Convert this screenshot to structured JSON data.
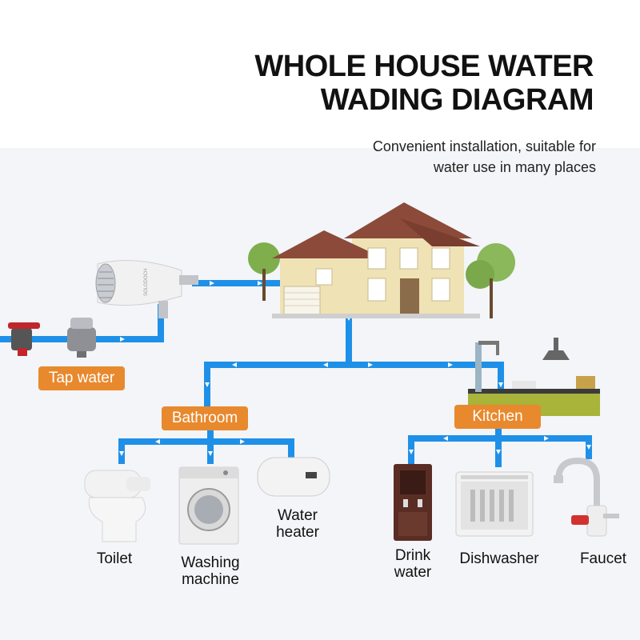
{
  "header": {
    "title_line1": "WHOLE HOUSE WATER",
    "title_line2": "WADING DIAGRAM",
    "subtitle_line1": "Convenient installation, suitable for",
    "subtitle_line2": "water use in many places"
  },
  "filter": {
    "brand_text": "SOLODOCH"
  },
  "badges": {
    "tap_water": "Tap water",
    "bathroom": "Bathroom",
    "kitchen": "Kitchen"
  },
  "appliances": {
    "toilet": "Toilet",
    "washing_line1": "Washing",
    "washing_line2": "machine",
    "heater_line1": "Water",
    "heater_line2": "heater",
    "drink_line1": "Drink",
    "drink_line2": "water",
    "dishwasher": "Dishwasher",
    "faucet": "Faucet"
  },
  "colors": {
    "pipe": "#1e90e8",
    "badge": "#e8892e",
    "roof": "#8b4a3a",
    "wall": "#efe2b5"
  }
}
